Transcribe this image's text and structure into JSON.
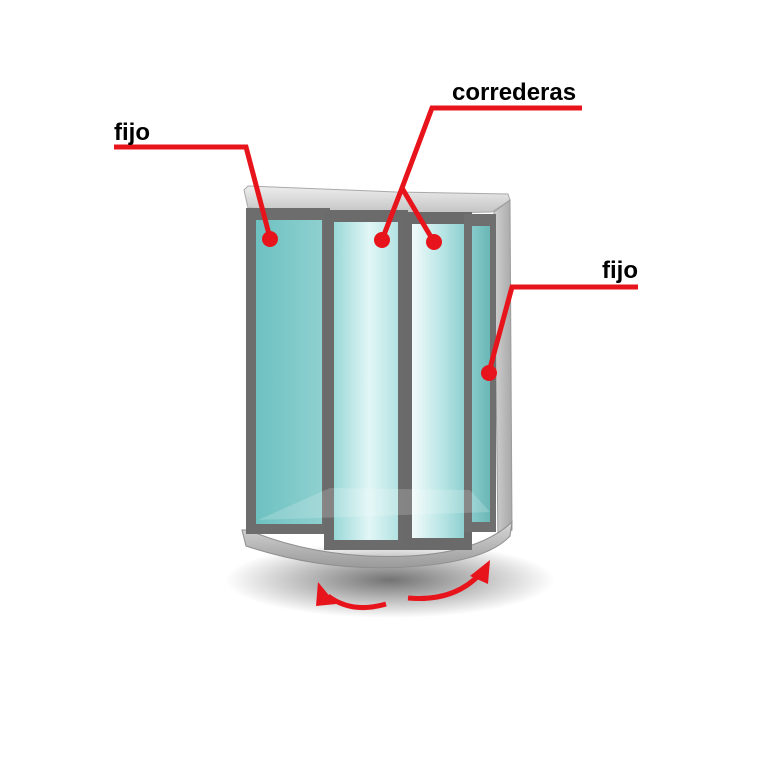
{
  "labels": {
    "fixed_left": "fijo",
    "sliding": "correderas",
    "fixed_right": "fijo"
  },
  "colors": {
    "accent": "#e8141c",
    "frame": "#6a6a6a",
    "glass": "#7cc8c8",
    "glass_light": "#d4f1f1",
    "base": "#bdbdbd",
    "label": "#000000"
  },
  "icons": {
    "arrows": "sliding-direction-arrows-icon"
  }
}
